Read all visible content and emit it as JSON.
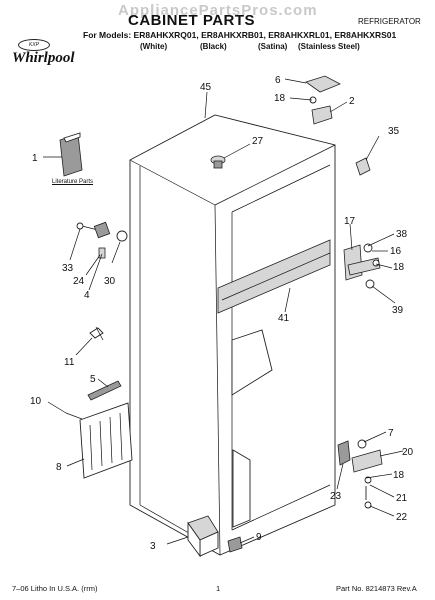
{
  "header": {
    "watermark": "AppliancePartsPros.com",
    "title": "CABINET PARTS",
    "category": "REFRIGERATOR",
    "models_prefix": "For Models:",
    "models": [
      "ER8AHKXRQ01,",
      "ER8AHKXRB01,",
      "ER8AHKXRL01,",
      "ER8AHKXRS01"
    ],
    "finishes": [
      "(White)",
      "(Black)",
      "(Satina)",
      "(Stainless Steel)"
    ],
    "brand_badge": "KXP",
    "brand": "Whirlpool"
  },
  "labels": {
    "literature_parts": "Literature Parts"
  },
  "callouts": {
    "c1": "1",
    "c2": "2",
    "c3": "3",
    "c4": "4",
    "c5": "5",
    "c6": "6",
    "c7": "7",
    "c8": "8",
    "c9": "9",
    "c10": "10",
    "c11": "11",
    "c16": "16",
    "c17": "17",
    "c18a": "18",
    "c18b": "18",
    "c18c": "18",
    "c20": "20",
    "c21": "21",
    "c22": "22",
    "c23": "23",
    "c24": "24",
    "c27": "27",
    "c30": "30",
    "c33": "33",
    "c35": "35",
    "c38": "38",
    "c39": "39",
    "c41": "41",
    "c45": "45"
  },
  "footer": {
    "print_info": "7–06 Litho In U.S.A. (rrm)",
    "page_number": "1",
    "part_number": "Part No. 8214873 Rev.A"
  },
  "colors": {
    "line": "#111111",
    "watermark": "#c9c9c9",
    "background": "#ffffff"
  }
}
